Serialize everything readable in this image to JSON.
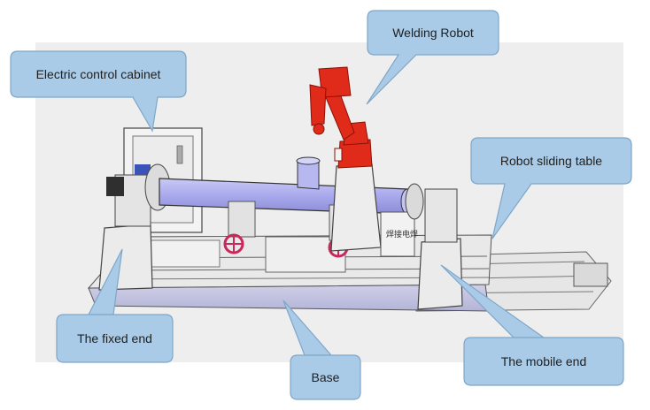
{
  "colors": {
    "callout_fill": "#a9cbe7",
    "callout_stroke": "#7fa6c8",
    "pipe": "#a8a8ec",
    "robot": "#e02a1a",
    "handwheel": "#c8285a",
    "frame": "#e9e9e9",
    "outline": "#555555",
    "backdrop": "#eeeeee"
  },
  "callouts": {
    "cabinet": "Electric control cabinet",
    "robot": "Welding Robot",
    "sliding_table": "Robot sliding table",
    "fixed_end": "The fixed end",
    "base": "Base",
    "mobile_end": "The mobile end"
  },
  "machine": {
    "plate_text": "焊接电焊"
  }
}
